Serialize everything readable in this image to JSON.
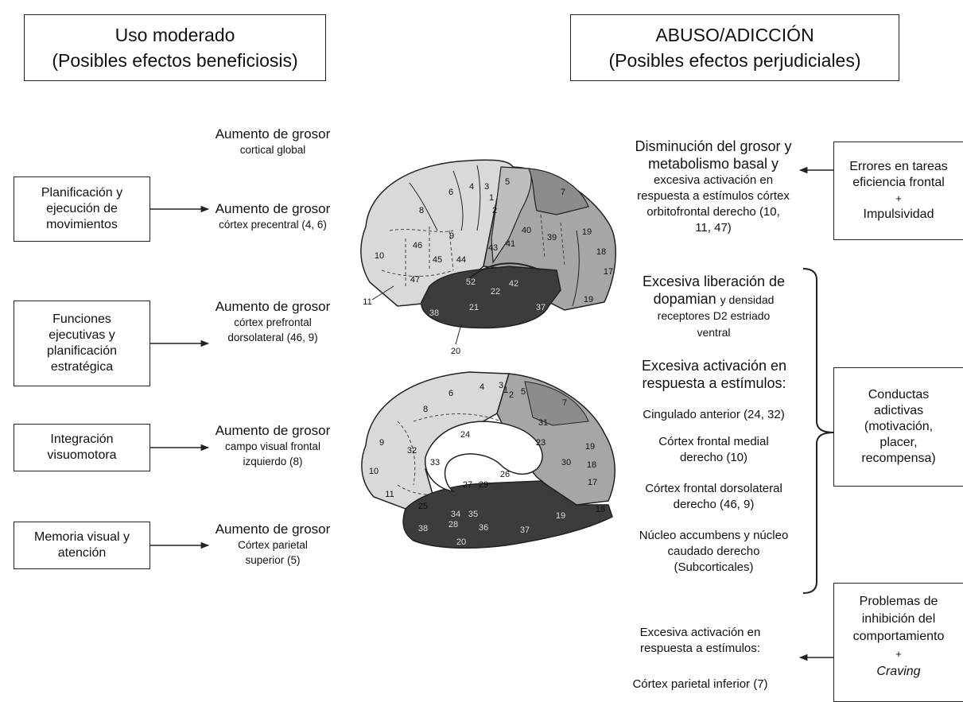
{
  "headers": {
    "left": {
      "line1": "Uso moderado",
      "line2": "(Posibles efectos beneficiosis)"
    },
    "right": {
      "line1": "ABUSO/ADICCIÓN",
      "line2": "(Posibles efectos perjudiciales)"
    }
  },
  "left_boxes": [
    {
      "lines": [
        "Planificación y",
        "ejecución de",
        "movimientos"
      ]
    },
    {
      "lines": [
        "Funciones",
        "ejecutivas y",
        "planificación",
        "estratégica"
      ]
    },
    {
      "lines": [
        "Integración",
        "visuomotora"
      ]
    },
    {
      "lines": [
        "Memoria visual y",
        "atención"
      ]
    }
  ],
  "left_captions": [
    {
      "title": "Aumento de grosor",
      "detail": [
        "cortical global"
      ]
    },
    {
      "title": "Aumento de grosor",
      "detail": [
        "córtex precentral (4, 6)"
      ]
    },
    {
      "title": "Aumento de grosor",
      "detail": [
        "córtex prefrontal",
        "dorsolateral (46, 9)"
      ]
    },
    {
      "title": "Aumento de grosor",
      "detail": [
        "campo visual frontal",
        "izquierdo (8)"
      ]
    },
    {
      "title": "Aumento de grosor",
      "detail": [
        "Córtex parietal",
        "superior (5)"
      ]
    }
  ],
  "right_top": {
    "title": [
      "Disminución del grosor y",
      "metabolismo basal y"
    ],
    "detail": [
      "excesiva activación en",
      "respuesta a estímulos córtex",
      "orbitofrontal derecho (10,",
      "11, 47)"
    ]
  },
  "right_boxes": {
    "errores": {
      "lines": [
        "Errores en tareas",
        "eficiencia frontal",
        "+",
        "Impulsividad"
      ]
    },
    "conductas": {
      "lines": [
        "Conductas",
        "adictivas",
        "(motivación,",
        "placer,",
        "recompensa)"
      ]
    },
    "problemas": {
      "lines": [
        "Problemas de",
        "inhibición del",
        "comportamiento",
        "+",
        "Craving"
      ]
    }
  },
  "right_mid": {
    "dopamina_big": [
      "Excesiva liberación de",
      "dopamian"
    ],
    "dopamina_small_a": "y densidad",
    "dopamina_small_b": [
      "receptores D2 estriado",
      "ventral"
    ],
    "activ_title": [
      "Excesiva activación en",
      "respuesta a estímulos:"
    ],
    "items": [
      [
        "Cingulado anterior (24, 32)"
      ],
      [
        "Córtex frontal medial",
        "derecho (10)"
      ],
      [
        "Córtex frontal dorsolateral",
        "derecho (46, 9)"
      ],
      [
        "Núcleo accumbens y núcleo",
        "caudado derecho",
        "(Subcorticales)"
      ]
    ]
  },
  "right_bottom": {
    "title": [
      "Excesiva activación en",
      "respuesta a estímulos:"
    ],
    "item": "Córtex parietal inferior (7)"
  },
  "brain_lateral_labels": [
    "6",
    "4",
    "3",
    "1",
    "2",
    "5",
    "7",
    "8",
    "9",
    "46",
    "10",
    "45",
    "44",
    "43",
    "41",
    "40",
    "39",
    "19",
    "18",
    "17",
    "47",
    "52",
    "42",
    "22",
    "21",
    "38",
    "37",
    "19",
    "11",
    "20"
  ],
  "brain_medial_labels": [
    "6",
    "4",
    "3",
    "1",
    "2",
    "5",
    "7",
    "8",
    "9",
    "24",
    "31",
    "32",
    "10",
    "33",
    "23",
    "30",
    "19",
    "18",
    "17",
    "11",
    "25",
    "27",
    "29",
    "26",
    "34",
    "35",
    "28",
    "36",
    "37",
    "38",
    "19",
    "18",
    "20"
  ],
  "colors": {
    "light": "#d9d9d9",
    "mid": "#a6a6a6",
    "dark": "#3c3c3c",
    "line": "#222222"
  }
}
